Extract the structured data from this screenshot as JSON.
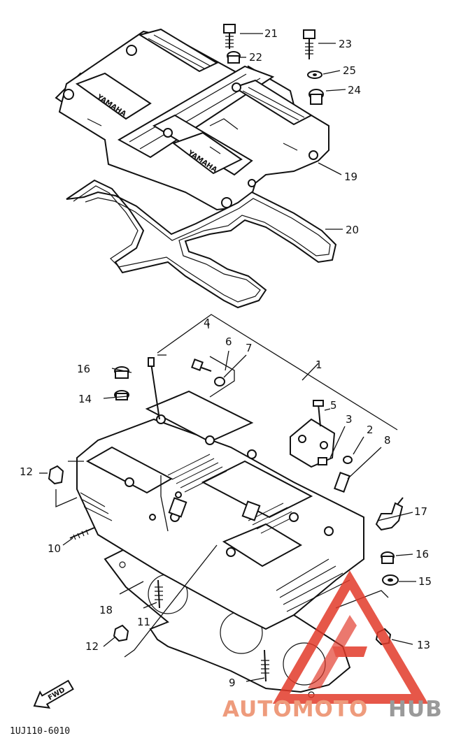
{
  "diagram": {
    "code": "1UJ110-6010",
    "front_label": "FWD",
    "callouts": [
      "1",
      "2",
      "3",
      "4",
      "5",
      "6",
      "7",
      "8",
      "9",
      "10",
      "11",
      "12",
      "12",
      "13",
      "14",
      "15",
      "16",
      "16",
      "17",
      "18",
      "19",
      "20",
      "21",
      "22",
      "23",
      "24",
      "25"
    ]
  },
  "watermark": {
    "part1": "AUTOMOTO",
    "part2": "HUB",
    "colors": {
      "accent": "#e23a2a",
      "grey": "#8a8a8a"
    }
  }
}
